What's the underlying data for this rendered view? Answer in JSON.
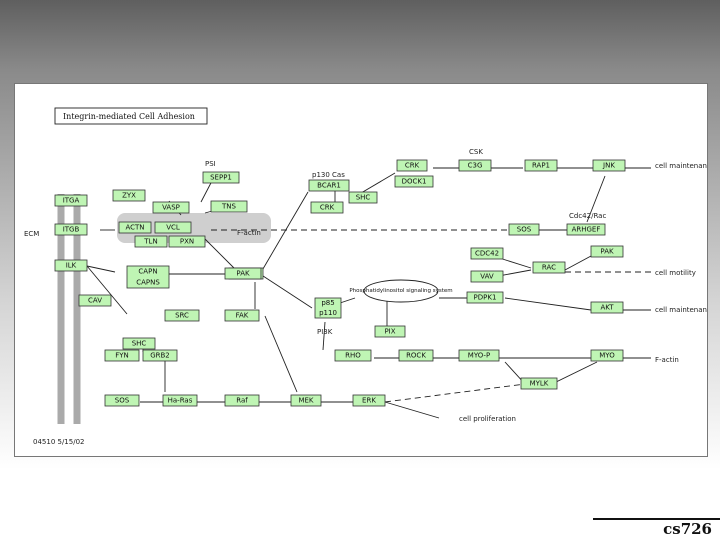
{
  "diagram": {
    "title": "Integrin-mediated Cell Adhesion",
    "map_id": "04510 5/15/02",
    "labels": {
      "ecm": "ECM",
      "paxillin_group": "p130 Cas",
      "csk": "CSK",
      "crk_group": "CRK",
      "pi3k": "PI3K",
      "f_actin_1": "F-actin",
      "f_actin_2": "F-actin",
      "cell_maintenance_1": "cell maintenance",
      "cell_maintenance_2": "cell maintenance",
      "cell_motility": "cell motility",
      "cell_proliferation": "cell proliferation",
      "talin_group": "Cdc42/Rac",
      "psi": "PSI",
      "phosphatidylinositol": "Phosphatidylinositol signaling system"
    },
    "genes": {
      "itga": "ITGA",
      "itgb": "ITGB",
      "ilk": "ILK",
      "cav": "CAV",
      "zyx": "ZYX",
      "vasp": "VASP",
      "actn": "ACTN",
      "vcl": "VCL",
      "tln": "TLN",
      "pxn": "PXN",
      "tns": "TNS",
      "capn": "CAPN CAPNS",
      "fak": "FAK",
      "src": "SRC",
      "fak2": "FAK",
      "shc1": "SHC",
      "fyn": "FYN",
      "grb2": "GRB2",
      "sos": "SOS",
      "ha_ras": "Ha-Ras",
      "raf": "Raf",
      "mek": "MEK",
      "erk": "ERK",
      "sepp1": "SEPP1",
      "bcar1": "BCAR1",
      "shc2": "SHC",
      "crk": "CRK",
      "dock1": "DOCK1",
      "crk2": "CRK",
      "rap1": "RAP1",
      "jnk": "JNK",
      "c3g": "C3G",
      "p85": "p85 p110",
      "pdk": "PDPK1",
      "akt": "AKT",
      "rho": "RHO",
      "rock": "ROCK",
      "mlc": "MYO-P",
      "myo": "MYO",
      "mylk": "MYLK",
      "cdc42": "CDC42",
      "vav": "VAV",
      "rac": "RAC",
      "pak": "PAK",
      "sos2": "SOS",
      "arhgef": "ARHGEF",
      "pak2": "PAK",
      "pixx": "PIX"
    }
  },
  "footer": {
    "slide_code": "cs726"
  }
}
